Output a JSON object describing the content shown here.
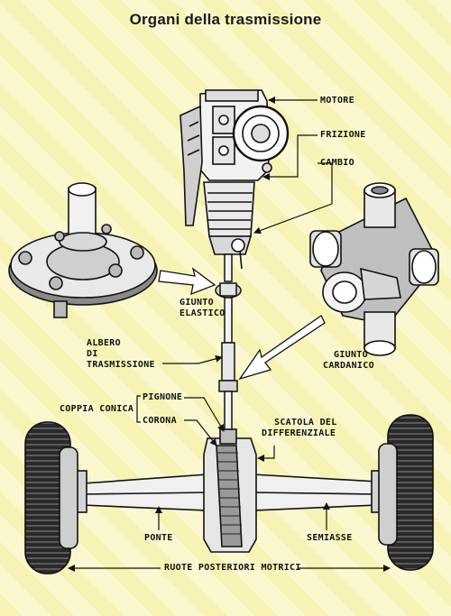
{
  "title": "Organi della trasmissione",
  "labels": {
    "motore": "MOTORE",
    "frizione": "FRIZIONE",
    "cambio": "CAMBIO",
    "giunto_elastico_1": "GIUNTO",
    "giunto_elastico_2": "ELASTICO",
    "albero_1": "ALBERO",
    "albero_2": "DI",
    "albero_3": "TRASMISSIONE",
    "giunto_cardanico_1": "GIUNTO",
    "giunto_cardanico_2": "CARDANICO",
    "coppia_conica": "COPPIA CONICA",
    "pignone": "PIGNONE",
    "corona": "CORONA",
    "scatola_1": "SCATOLA DEL",
    "scatola_2": "DIFFERENZIALE",
    "ponte": "PONTE",
    "semiasse": "SEMIASSE",
    "ruote": "RUOTE POSTERIORI MOTRICI"
  }
}
